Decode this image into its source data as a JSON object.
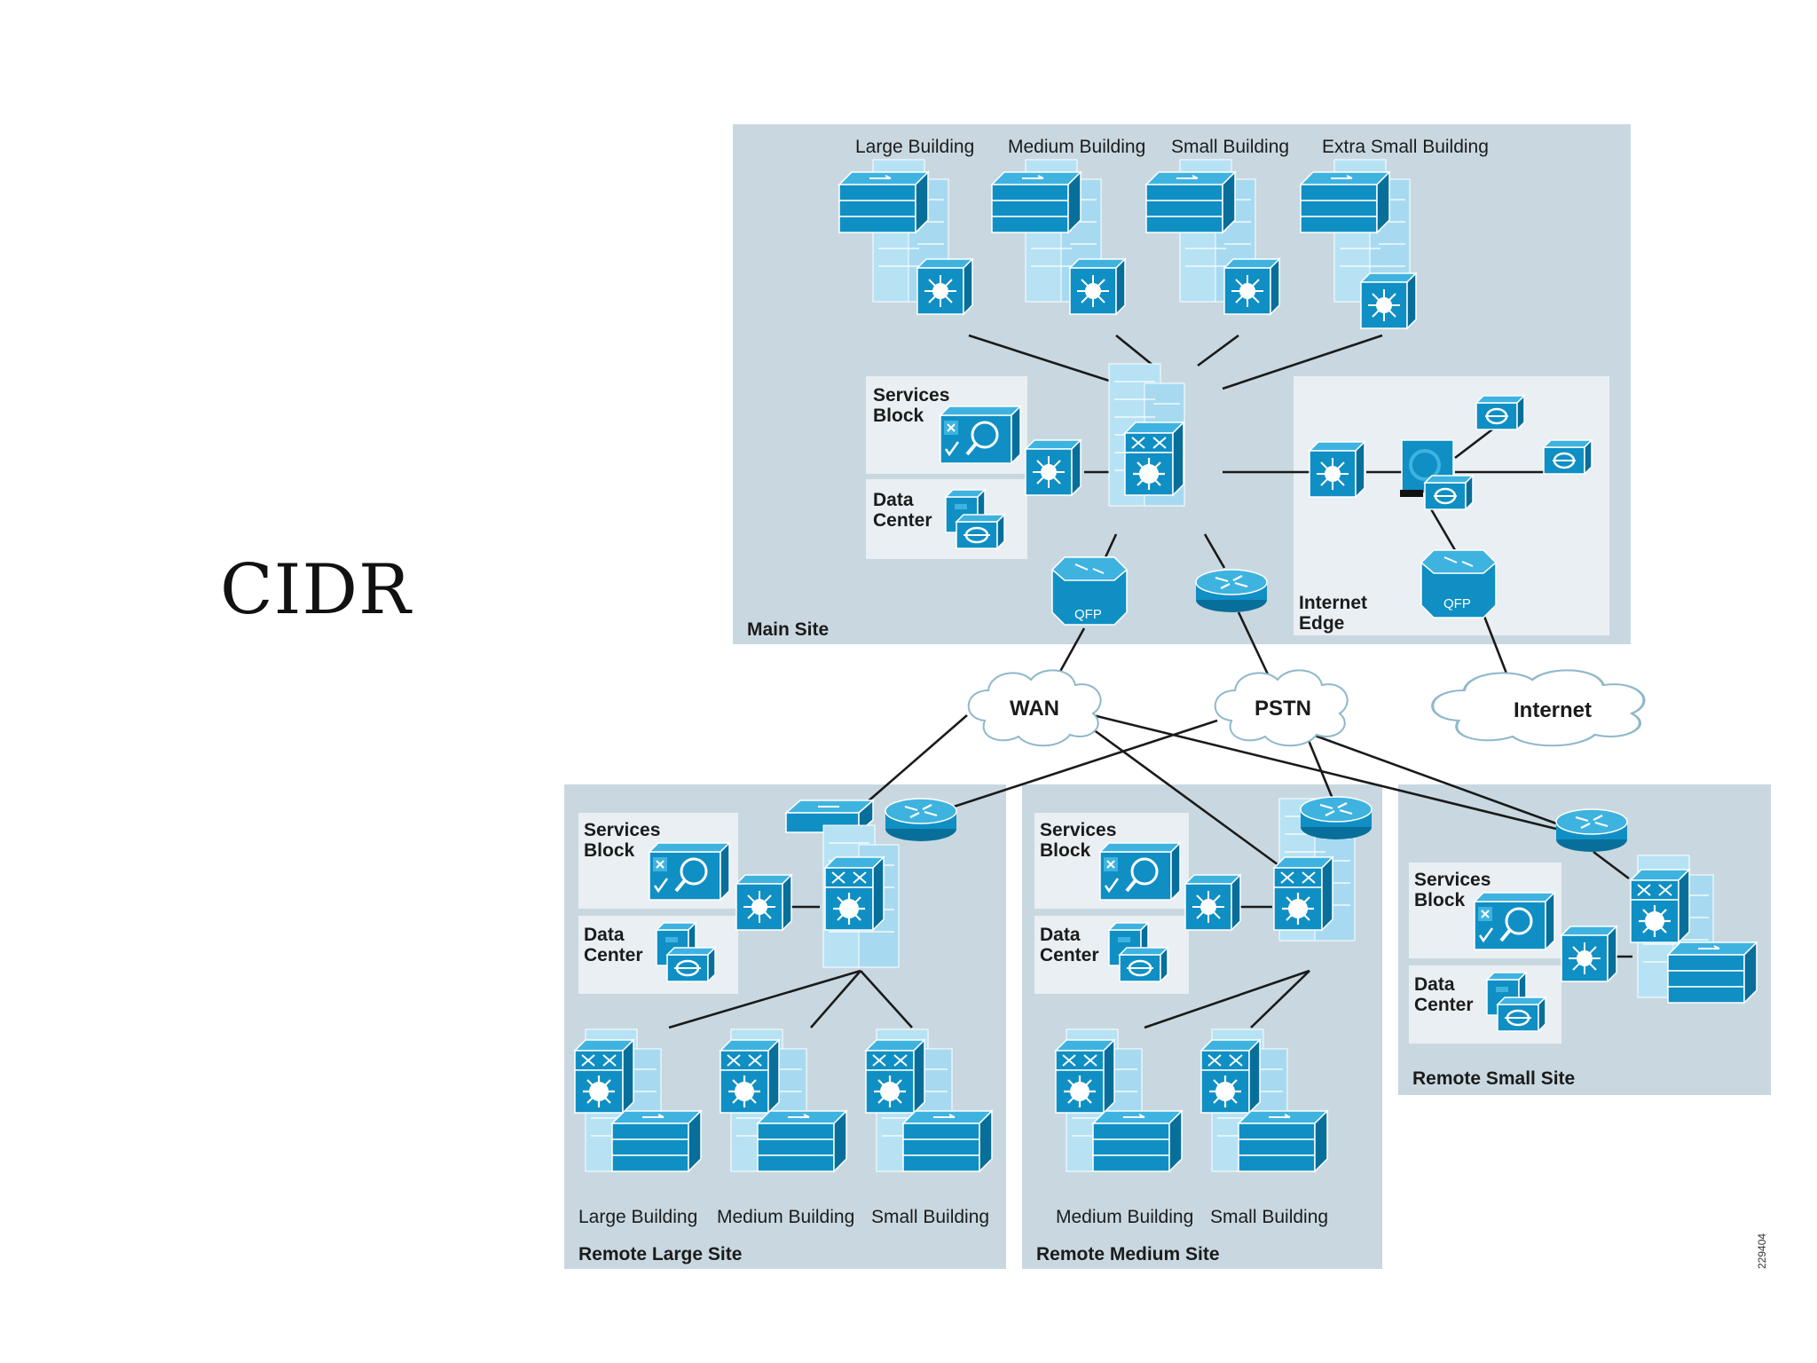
{
  "slide": {
    "title": "CIDR"
  },
  "main_site": {
    "label": "Main Site",
    "buildings": [
      "Large Building",
      "Medium Building",
      "Small Building",
      "Extra Small Building"
    ],
    "services_block": "Services Block",
    "data_center": "Data Center",
    "internet_edge": "Internet Edge",
    "qfp": "QFP"
  },
  "clouds": {
    "wan": "WAN",
    "pstn": "PSTN",
    "internet": "Internet"
  },
  "remote_large": {
    "label": "Remote Large Site",
    "services_block": "Services Block",
    "data_center": "Data Center",
    "buildings": [
      "Large Building",
      "Medium Building",
      "Small Building"
    ]
  },
  "remote_medium": {
    "label": "Remote Medium Site",
    "services_block": "Services Block",
    "data_center": "Data Center",
    "buildings": [
      "Medium Building",
      "Small Building"
    ]
  },
  "remote_small": {
    "label": "Remote Small Site",
    "services_block": "Services Block",
    "data_center": "Data Center"
  },
  "figure_id": "229404",
  "colors": {
    "panel": "#c9d8e0",
    "box": "#e9eff3",
    "device": "#0f8fc4",
    "device_dark": "#086f9a",
    "building": "#9dd6ef"
  }
}
